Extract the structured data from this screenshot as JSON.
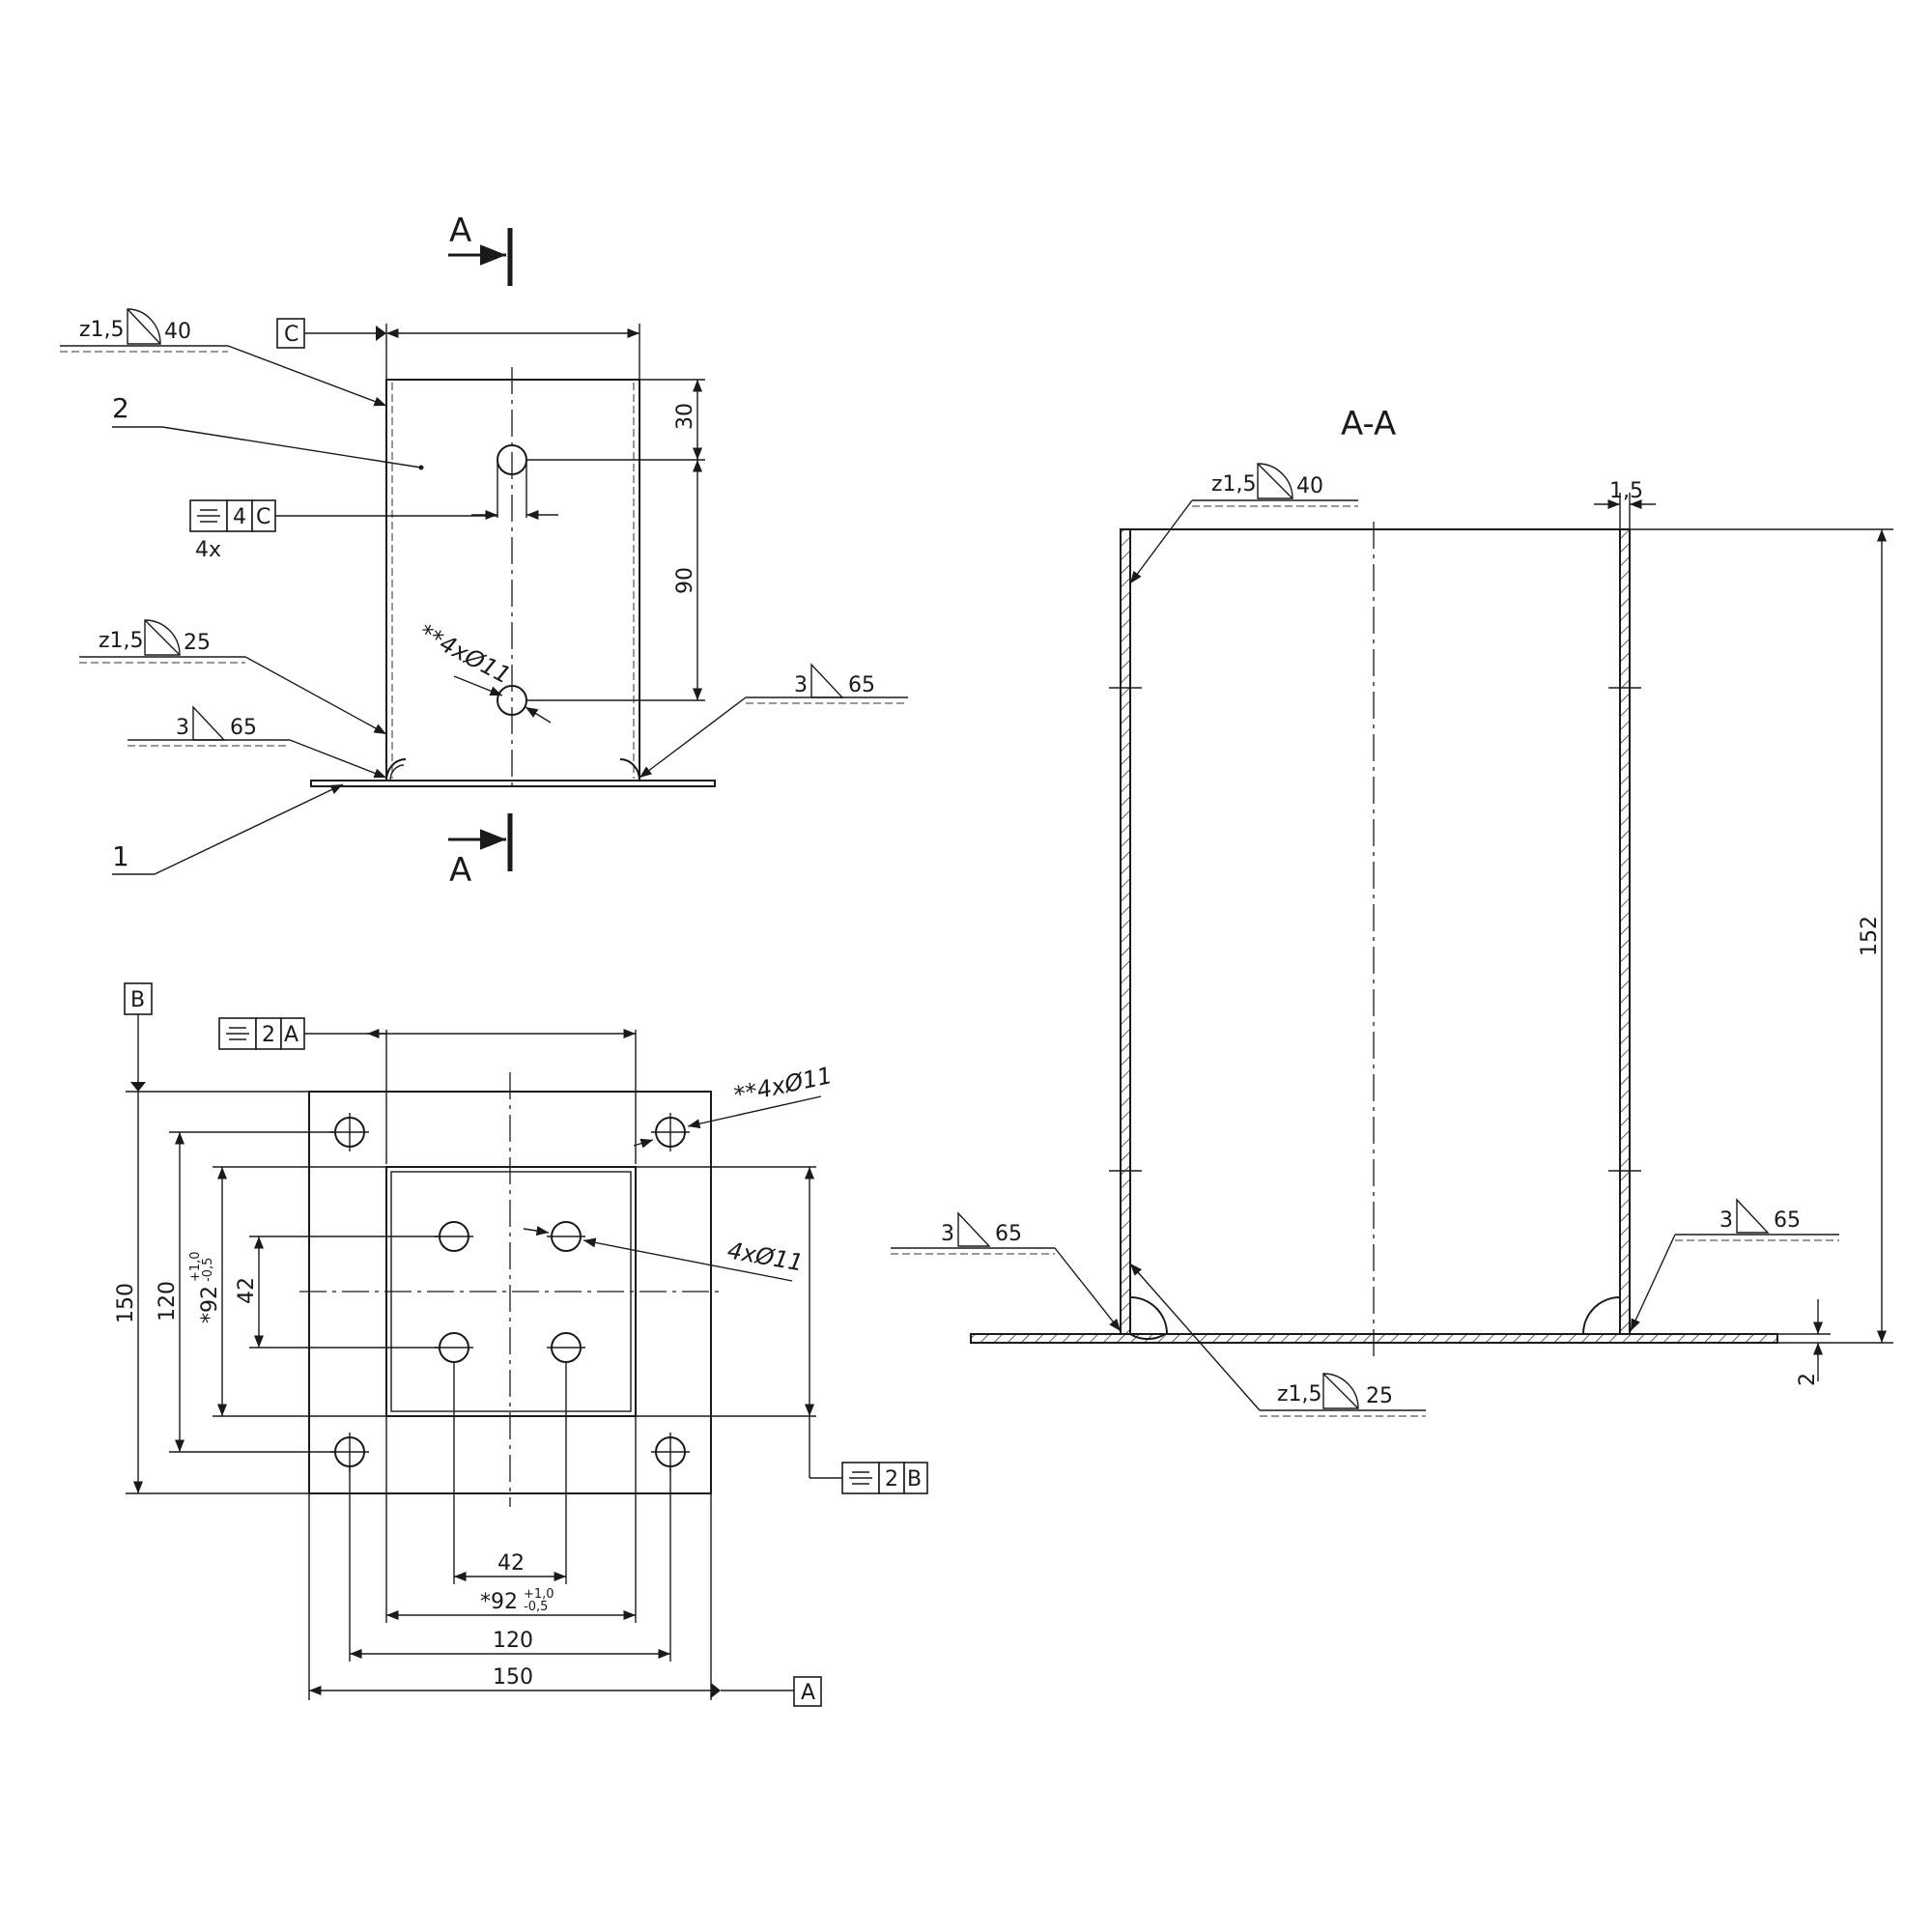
{
  "front_view": {
    "section_mark": "A",
    "datum_c": "C",
    "part_label_2": "2",
    "part_label_1": "1",
    "dim_30": "30",
    "dim_90": "90",
    "holes_label": "**4xØ11",
    "tol_value": "4",
    "tol_datum": "C",
    "tol_count": "4x",
    "weld_top": {
      "prefix": "z1,5",
      "length": "40"
    },
    "weld_mid": {
      "prefix": "z1,5",
      "length": "25"
    },
    "weld_left": {
      "prefix": "3",
      "length": "65"
    },
    "weld_right": {
      "prefix": "3",
      "length": "65"
    }
  },
  "plan_view": {
    "datum_b": "B",
    "datum_a": "A",
    "tol_top_value": "2",
    "tol_top_datum": "A",
    "tol_right_value": "2",
    "tol_right_datum": "B",
    "outer_holes_label": "**4xØ11",
    "inner_holes_label": "4xØ11",
    "dim_42_h": "42",
    "dim_92_h": "*92",
    "dim_92_h_tol_upper": "+1,0",
    "dim_92_h_tol_lower": "-0,5",
    "dim_120_h": "120",
    "dim_150_h": "150",
    "dim_150_v": "150",
    "dim_120_v": "120",
    "dim_92_v": "*92",
    "dim_92_v_tol_upper": "+1,0",
    "dim_92_v_tol_lower": "-0,5",
    "dim_42_v": "42"
  },
  "section_view": {
    "title": "A-A",
    "dim_1_5": "1,5",
    "dim_152": "152",
    "dim_2": "2",
    "weld_top": {
      "prefix": "z1,5",
      "length": "40"
    },
    "weld_bottom": {
      "prefix": "z1,5",
      "length": "25"
    },
    "weld_left": {
      "prefix": "3",
      "length": "65"
    },
    "weld_right": {
      "prefix": "3",
      "length": "65"
    }
  },
  "icons": [
    "weld-symbol-icon",
    "symmetry-tolerance-icon",
    "arrow-head-icon"
  ]
}
